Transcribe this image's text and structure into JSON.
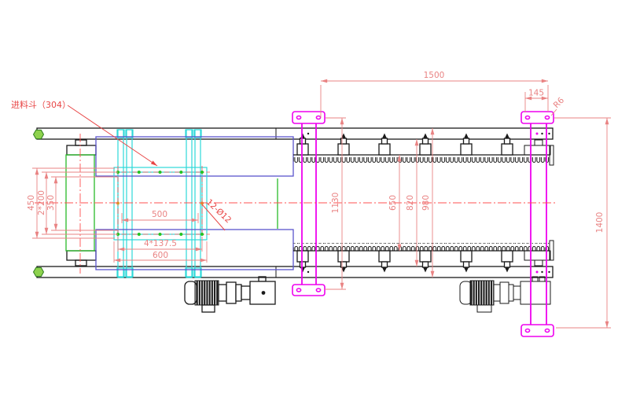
{
  "callouts": {
    "feed_hopper": "进料斗（304）",
    "holes": "12-Ø12",
    "corner_radius": "R6"
  },
  "dims": {
    "length_1500": "1500",
    "offset_145": "145",
    "width_1400": "1400",
    "stand_1130": "1130",
    "belt_650": "650",
    "inner_820": "820",
    "frame_980": "980",
    "hopper_450": "450",
    "hopper_2x200": "2*200",
    "hopper_350": "350",
    "hopper_500": "500",
    "hopper_pitch": "4*137.5",
    "hopper_600": "600"
  },
  "colors": {
    "dimension": "#e98383",
    "callout_red": "#e84545",
    "centerline": "#ff5050",
    "stand_magenta": "#ee00ee",
    "guard_purple": "#5a55cc",
    "flange_cyan": "#2dd9d9",
    "pulley_green": "#28bb28",
    "bolt_green": "#22c522",
    "hole_orange": "#dd9c22"
  }
}
